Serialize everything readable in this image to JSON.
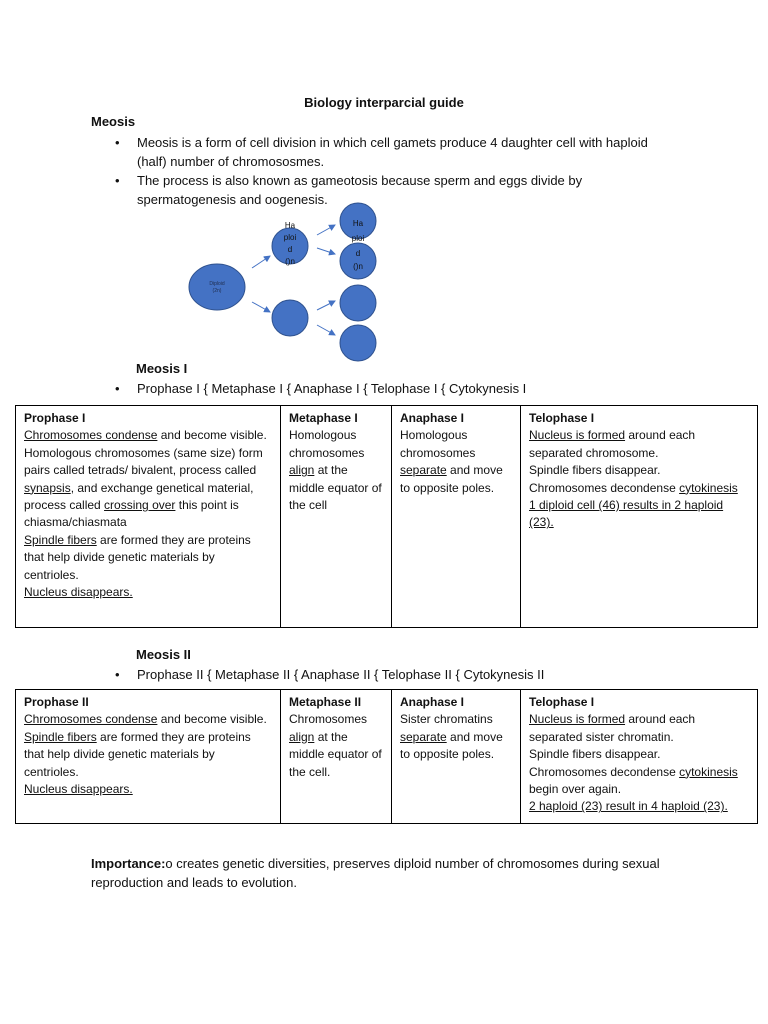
{
  "title": "Biology interparcial guide",
  "meiosis": {
    "heading": "Meosis",
    "bullets": [
      "Meosis is a form of cell division in which cell gamets produce 4 daughter cell with haploid (half) number of chromososmes.",
      "The process is also known as gameotosis because sperm and eggs divide by spermatogenesis and oogenesis."
    ]
  },
  "diagram": {
    "diploid_line1": "Diploid",
    "diploid_line2": "(2n)",
    "haploid_a": [
      "Ha",
      "ploi",
      "d",
      "()n"
    ],
    "haploid_b": [
      "Ha",
      "ploi",
      "d",
      "()n"
    ],
    "cell_color": "#4472c4",
    "cell_stroke": "#2f528f",
    "arrow_color": "#4472c4"
  },
  "meiosis1": {
    "heading": "Meosis I",
    "phases": "Prophase I { Metaphase I { Anaphase I { Telophase I { Cytokynesis I",
    "table": {
      "prophase": {
        "title": "Prophase I",
        "p1_u": "Chromosomes condense",
        "p1": " and become visible.",
        "p2a": "Homologous chromosomes (same size) form pairs called tetrads/ bivalent, process called ",
        "p2_u1": "synapsis",
        "p2b": ", and exchange genetical material, process called ",
        "p2_u2": "crossing over",
        "p2c": " this point is chiasma/chiasmata",
        "p3_u": "Spindle fibers",
        "p3": " are formed they are proteins that help divide genetic materials by centrioles.",
        "p4_u": "Nucleus disappears."
      },
      "metaphase": {
        "title": "Metaphase I",
        "a": "Homologous chromosomes ",
        "u": "align",
        "b": " at the middle equator of the cell"
      },
      "anaphase": {
        "title": "Anaphase I",
        "a": "Homologous chromosomes ",
        "u": "separate",
        "b": " and move to opposite poles."
      },
      "telophase": {
        "title": "Telophase I",
        "p1_u": "Nucleus is formed",
        "p1": " around each separated chromosome.",
        "p2": "Spindle fibers disappear.",
        "p3": "Chromosomes decondense ",
        "p3_u": "cytokinesis",
        "p4_u": "1 diploid cell (46) results in 2 haploid (23)."
      }
    }
  },
  "meiosis2": {
    "heading": "Meosis II",
    "phases": "Prophase II { Metaphase II { Anaphase II { Telophase II { Cytokynesis II",
    "table": {
      "prophase": {
        "title": "Prophase II",
        "p1_u": "Chromosomes condense",
        "p1": " and become visible.",
        "p2_u": "Spindle fibers",
        "p2": " are formed they are proteins that help divide genetic materials by centrioles.",
        "p3_u": "Nucleus disappears."
      },
      "metaphase": {
        "title": "Metaphase II",
        "a": "Chromosomes ",
        "u": "align",
        "b": " at the middle equator of the cell."
      },
      "anaphase": {
        "title": "Anaphase I",
        "a": "Sister chromatins ",
        "u": "separate",
        "b": " and move to opposite poles."
      },
      "telophase": {
        "title": "Telophase I",
        "p1_u": "Nucleus is formed",
        "p1": " around each separated sister chromatin.",
        "p2": "Spindle fibers disappear.",
        "p3": "Chromosomes decondense ",
        "p3_u": "cytokinesis",
        "p3b": " begin over again.",
        "p4_u": "2 haploid (23) result in 4 haploid (23)."
      }
    }
  },
  "importance": {
    "label": "Importance:",
    "text": "o creates genetic diversities, preserves diploid number of chromosomes during sexual reproduction and leads to evolution."
  }
}
